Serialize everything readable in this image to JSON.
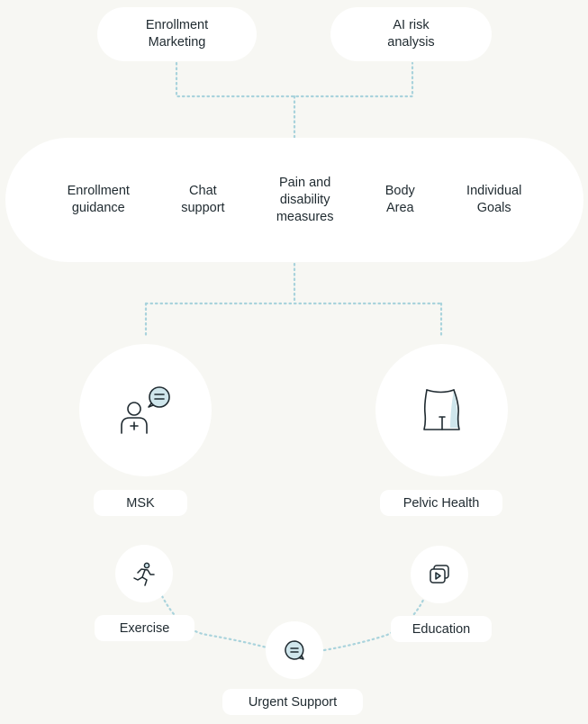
{
  "top": {
    "left_pill": "Enrollment\nMarketing",
    "right_pill": "AI risk\nanalysis"
  },
  "center": {
    "items": [
      "Enrollment\nguidance",
      "Chat\nsupport",
      "Pain and\ndisability\nmeasures",
      "Body\nArea",
      "Individual\nGoals"
    ]
  },
  "programs": {
    "left_label": "MSK",
    "right_label": "Pelvic Health"
  },
  "features": {
    "exercise": "Exercise",
    "education": "Education",
    "urgent": "Urgent Support"
  },
  "icons": {
    "msk": "person-chat-icon",
    "pelvic": "pelvis-icon",
    "exercise": "running-person-icon",
    "education": "video-library-icon",
    "urgent": "chat-bubble-icon"
  },
  "colors": {
    "accent": "#cfe6ec",
    "dots": "#a9d3dc",
    "background": "#f7f7f3"
  }
}
